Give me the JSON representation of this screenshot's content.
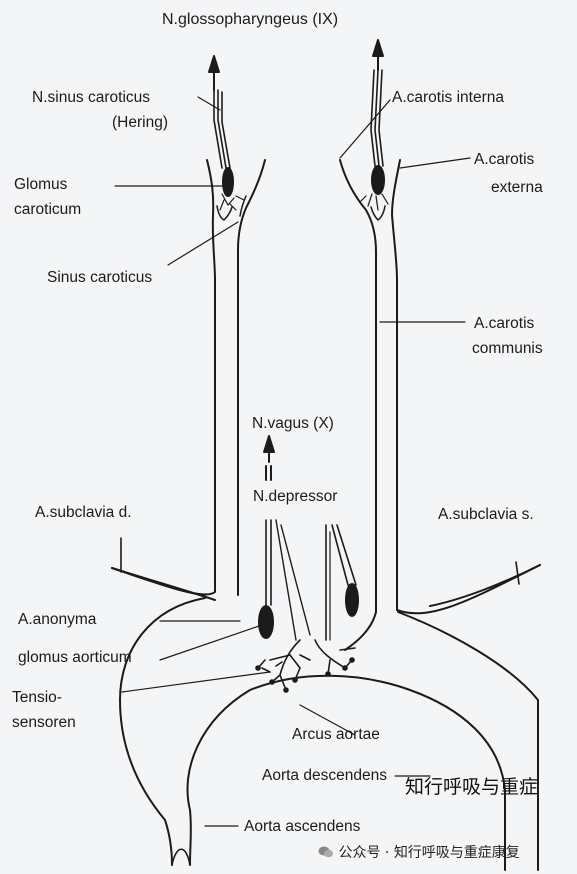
{
  "labels": {
    "glossopharyngeus": "N.glossopharyngeus (IX)",
    "sinus_caroticus_nerve_1": "N.sinus caroticus",
    "sinus_caroticus_nerve_2": "(Hering)",
    "carotis_interna": "A.carotis interna",
    "glomus_caroticum_1": "Glomus",
    "glomus_caroticum_2": "caroticum",
    "carotis_externa_1": "A.carotis",
    "carotis_externa_2": "externa",
    "sinus_caroticus": "Sinus caroticus",
    "carotis_communis_1": "A.carotis",
    "carotis_communis_2": "communis",
    "vagus": "N.vagus (X)",
    "depressor": "N.depressor",
    "subclavia_d": "A.subclavia d.",
    "subclavia_s": "A.subclavia s.",
    "anonyma": "A.anonyma",
    "glomus_aorticum": "glomus aorticum",
    "tensio_1": "Tensio-",
    "tensio_2": "sensoren",
    "arcus_aortae": "Arcus aortae",
    "aorta_descendens": "Aorta descendens",
    "aorta_ascendens": "Aorta ascendens"
  },
  "watermark": {
    "overlay": "知行呼吸与重症",
    "footer_prefix": "公众号",
    "footer_sep": "·",
    "footer_name": "知行呼吸与重症康复"
  },
  "colors": {
    "ink": "#1b1b1b",
    "background": "#f4f5f6"
  }
}
